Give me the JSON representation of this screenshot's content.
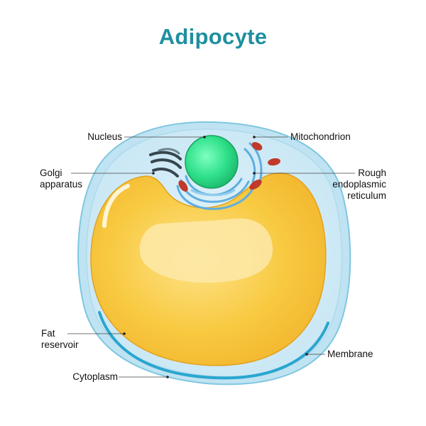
{
  "title": "Adipocyte",
  "labels": {
    "nucleus": "Nucleus",
    "mitochondrion": "Mitochondrion",
    "golgi": [
      "Golgi",
      "apparatus"
    ],
    "rough_er": [
      "Rough",
      "endoplasmic",
      "reticulum"
    ],
    "fat_reservoir": [
      "Fat",
      "reservoir"
    ],
    "membrane": "Membrane",
    "cytoplasm": "Cytoplasm"
  },
  "colors": {
    "title": "#1f8fa0",
    "membrane": "#7fc7e0",
    "cytoplasm": "#d8eef7",
    "fat": "#f7c53f",
    "nucleus": "#2fe08a",
    "mitochondria": "#c0392b",
    "golgi": "#37474f",
    "rough_er": "#5eaee0"
  }
}
